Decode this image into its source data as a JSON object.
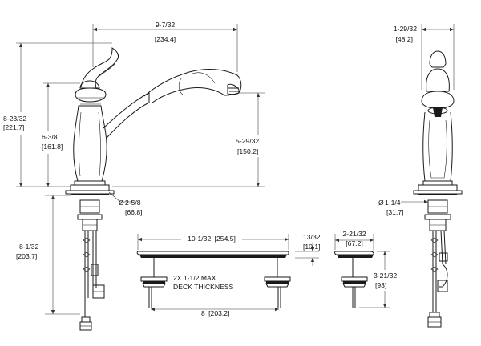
{
  "dimensions": {
    "overall_reach": {
      "imperial": "9-7/32",
      "metric": "[234.4]"
    },
    "overall_height": {
      "imperial": "8-23/32",
      "metric": "[221.7]"
    },
    "body_height": {
      "imperial": "6-3/8",
      "metric": "[161.8]"
    },
    "spout_height": {
      "imperial": "5-29/32",
      "metric": "[150.2]"
    },
    "base_diameter": {
      "imperial": "2-5/8",
      "metric": "[66.8]",
      "symbol": "Ø"
    },
    "below_deck": {
      "imperial": "8-1/32",
      "metric": "[203.7]"
    },
    "handle_width": {
      "imperial": "1-29/32",
      "metric": "[48.2]"
    },
    "shank_diameter": {
      "imperial": "1-1/4",
      "metric": "[31.7]",
      "symbol": "Ø"
    },
    "deckplate_length": {
      "imperial": "10-1/32",
      "metric": "[254.5]"
    },
    "deckplate_thickness": {
      "imperial": "13/32",
      "metric": "[10.1]"
    },
    "deck_max": {
      "line1": "2X  1-1/2 MAX.",
      "line2": "DECK THICKNESS"
    },
    "center_spacing": {
      "imperial": "8",
      "metric": "[203.2]"
    },
    "plate_width": {
      "imperial": "2-21/32",
      "metric": "[67.2]"
    },
    "plate_depth": {
      "imperial": "3-21/32",
      "metric": "[93]"
    }
  }
}
